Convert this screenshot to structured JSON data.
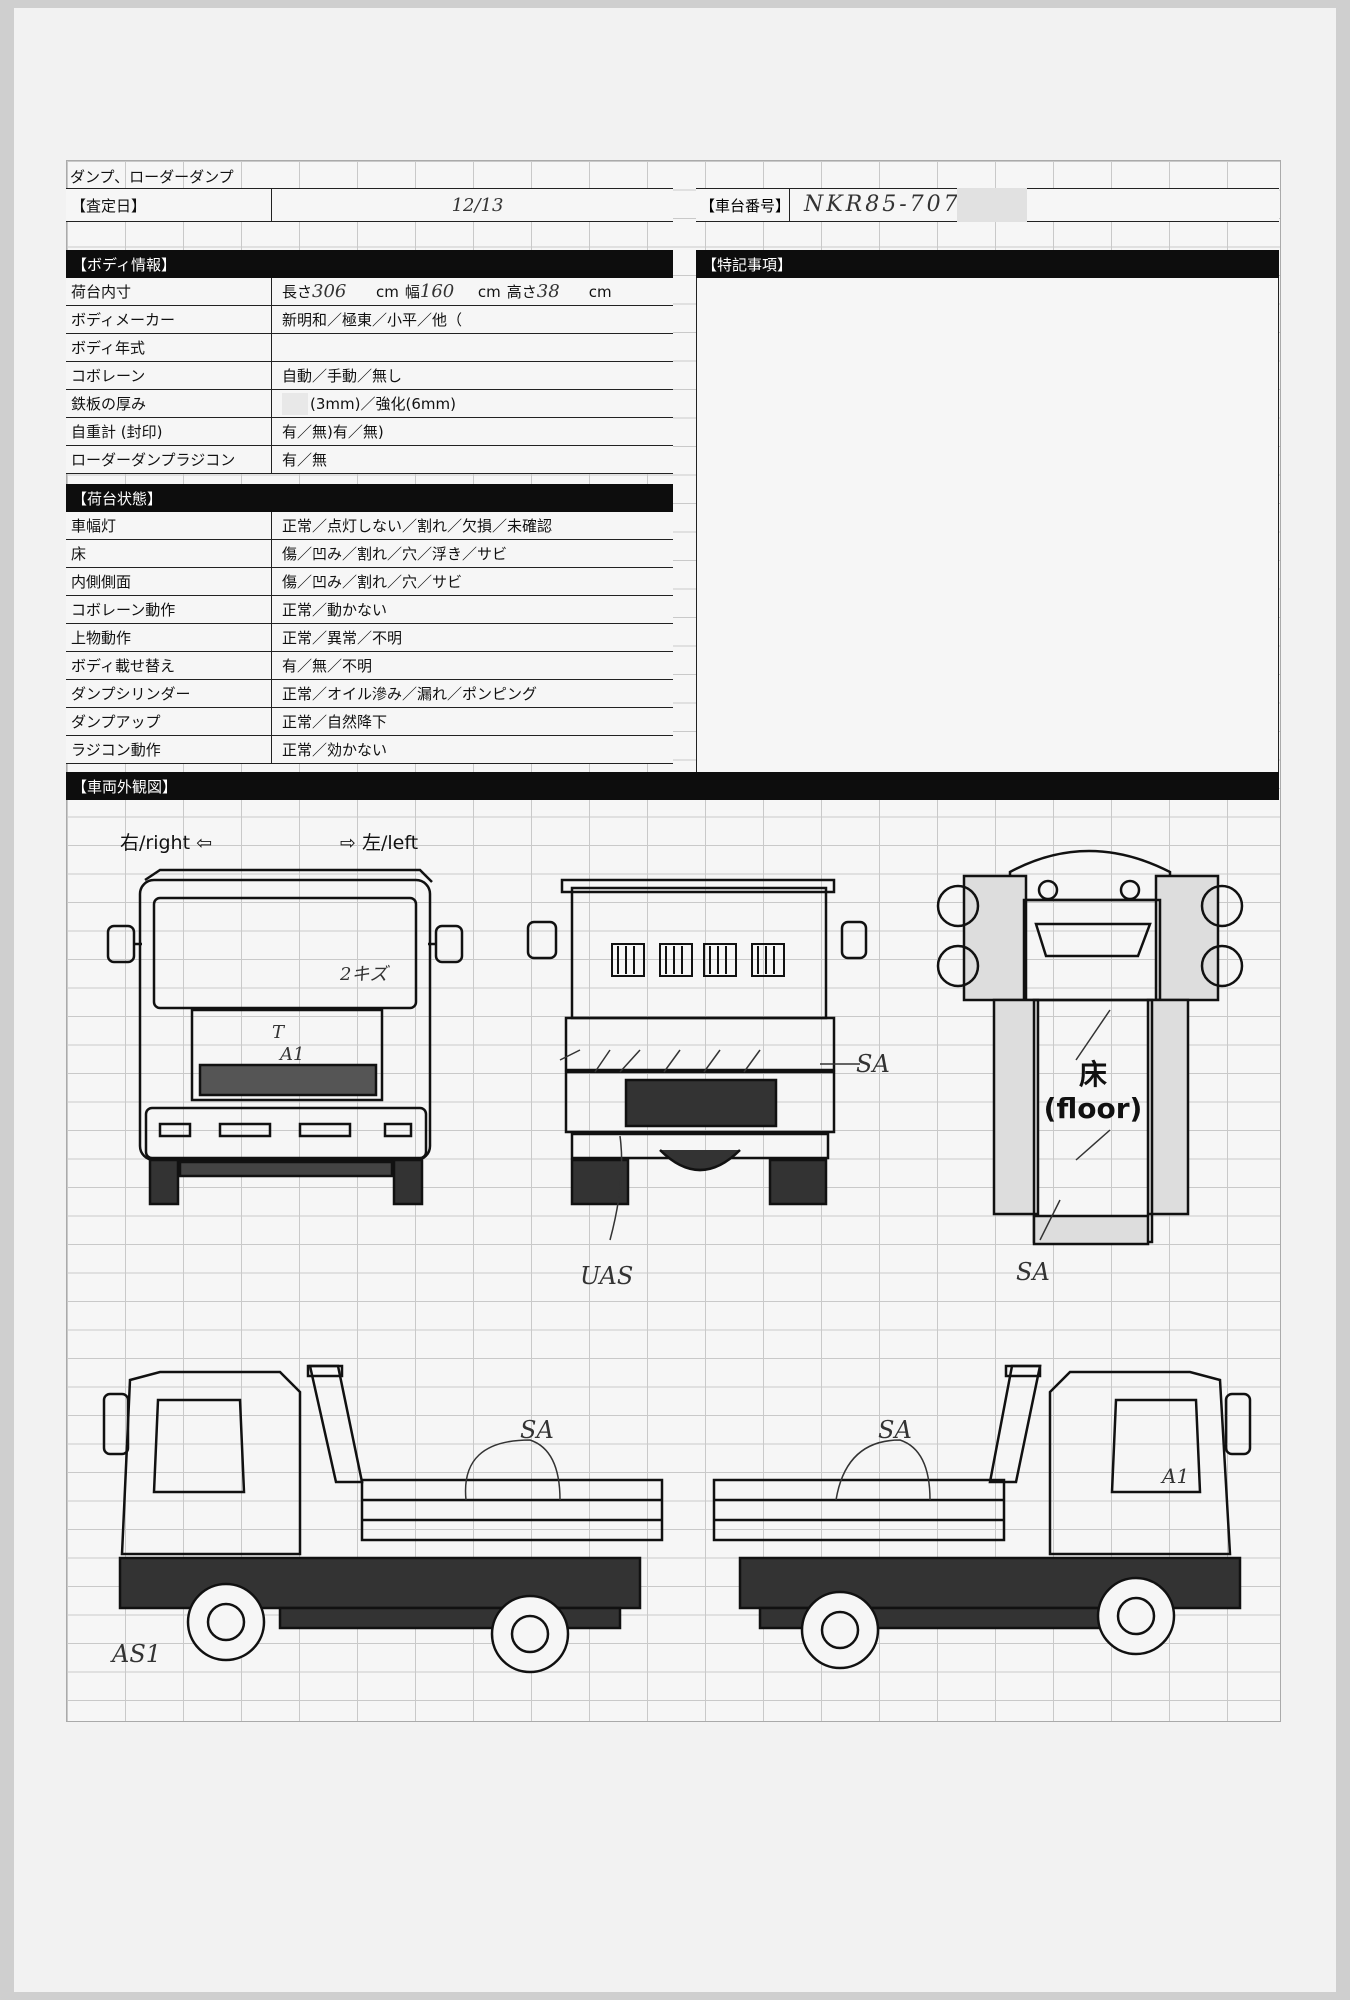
{
  "doc_title": "ダンプ、ローダーダンプ",
  "header": {
    "inspection_date_label": "【査定日】",
    "inspection_date_value": "12/13",
    "car_number_label": "【車台番号】",
    "car_number_value": "NKR85-707"
  },
  "body_info": {
    "section_label": "【ボディ情報】",
    "rows": [
      {
        "key": "荷台内寸",
        "length_label": "長さ",
        "length_value": "306",
        "unit1": "cm",
        "width_label": "幅",
        "width_value": "160",
        "unit2": "cm",
        "height_label": "高さ",
        "height_value": "38",
        "unit3": "cm"
      },
      {
        "key": "ボディメーカー",
        "value": "新明和／極東／小平／他（"
      },
      {
        "key": "ボディ年式",
        "value": ""
      },
      {
        "key": "コボレーン",
        "value": "自動／手動／無し"
      },
      {
        "key": "鉄板の厚み",
        "value": "(3mm)／強化(6mm)"
      },
      {
        "key": "自重計 (封印)",
        "value": "有／無)有／無)"
      },
      {
        "key": "ローダーダンプラジコン",
        "value": "有／無"
      }
    ]
  },
  "special_notes": {
    "section_label": "【特記事項】"
  },
  "bed_condition": {
    "section_label": "【荷台状態】",
    "rows": [
      {
        "key": "車幅灯",
        "value": "正常／点灯しない／割れ／欠損／未確認"
      },
      {
        "key": "床",
        "value": "傷／凹み／割れ／穴／浮き／サビ"
      },
      {
        "key": "内側側面",
        "value": "傷／凹み／割れ／穴／サビ"
      },
      {
        "key": "コボレーン動作",
        "value": "正常／動かない"
      },
      {
        "key": "上物動作",
        "value": "正常／異常／不明"
      },
      {
        "key": "ボディ載せ替え",
        "value": "有／無／不明"
      },
      {
        "key": "ダンプシリンダー",
        "value": "正常／オイル滲み／漏れ／ポンピング"
      },
      {
        "key": "ダンプアップ",
        "value": "正常／自然降下"
      },
      {
        "key": "ラジコン動作",
        "value": "正常／効かない"
      }
    ]
  },
  "exterior": {
    "section_label": "【車両外観図】",
    "right_label": "右/right ⇦",
    "left_label": "⇨ 左/left",
    "floor_label_jp": "床",
    "floor_label_en": "(floor)",
    "notes": {
      "front_a": "2キズ",
      "front_b": "T",
      "front_c": "A1",
      "rear_right": "SA",
      "rear_bottom": "UAS",
      "floor_bottom": "SA",
      "side_right_top": "SA",
      "side_left_top": "SA",
      "side_right_bottom": "AS1",
      "side_left_cab": "A1"
    }
  }
}
